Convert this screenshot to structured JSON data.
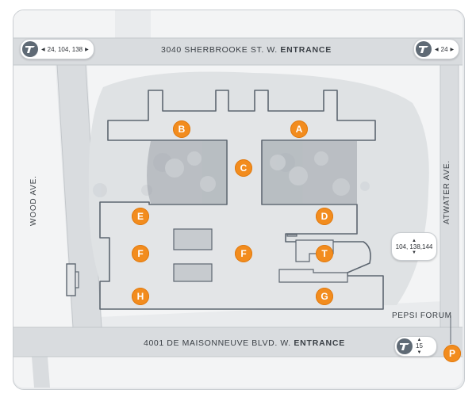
{
  "streets": {
    "sherbrooke_prefix": "3040 SHERBROOKE ST. W.",
    "sherbrooke_suffix": "ENTRANCE",
    "maisonneuve_prefix": "4001 DE MAISONNEUVE BLVD. W.",
    "maisonneuve_suffix": "ENTRANCE",
    "wood": "WOOD AVE.",
    "atwater": "ATWATER AVE."
  },
  "bus_stops": {
    "top_left": "24, 104, 138",
    "top_right": "24",
    "right": "104, 138,144",
    "bottom_right": "15"
  },
  "parking": {
    "label": "PEPSI FORUM",
    "marker": "P"
  },
  "building_markers": [
    "A",
    "B",
    "C",
    "D",
    "E",
    "F",
    "F",
    "T",
    "G",
    "H"
  ],
  "colors": {
    "marker": "#f28c1e",
    "building_fill": "#e3e5e7",
    "building_outline": "#5d6670",
    "map_bg": "#e9ebed"
  }
}
